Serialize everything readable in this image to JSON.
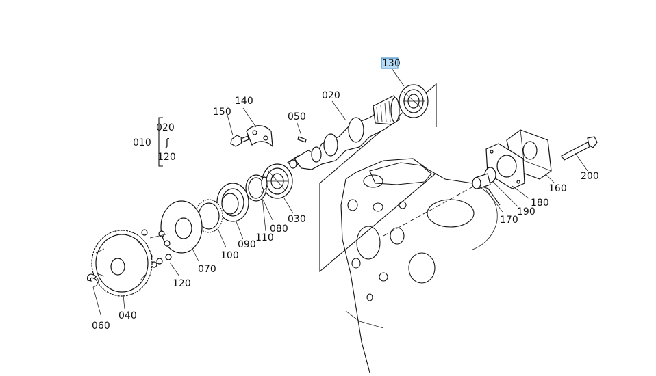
{
  "diagram": {
    "assembly": {
      "top": "020",
      "bottom": "120",
      "parent": "010"
    },
    "highlighted_part": "130",
    "labels": [
      {
        "id": "130",
        "name": "label-130"
      },
      {
        "id": "020",
        "name": "label-020"
      },
      {
        "id": "140",
        "name": "label-140"
      },
      {
        "id": "150",
        "name": "label-150"
      },
      {
        "id": "050",
        "name": "label-050"
      },
      {
        "id": "030",
        "name": "label-030"
      },
      {
        "id": "080",
        "name": "label-080"
      },
      {
        "id": "110",
        "name": "label-110"
      },
      {
        "id": "090",
        "name": "label-090"
      },
      {
        "id": "100",
        "name": "label-100"
      },
      {
        "id": "070",
        "name": "label-070"
      },
      {
        "id": "120",
        "name": "label-120"
      },
      {
        "id": "040",
        "name": "label-040"
      },
      {
        "id": "060",
        "name": "label-060"
      },
      {
        "id": "160",
        "name": "label-160"
      },
      {
        "id": "170",
        "name": "label-170"
      },
      {
        "id": "180",
        "name": "label-180"
      },
      {
        "id": "190",
        "name": "label-190"
      },
      {
        "id": "200",
        "name": "label-200"
      }
    ],
    "colors": {
      "highlight_fill": "#b9ddf6",
      "highlight_border": "#2f7fc0",
      "line": "#111111"
    }
  }
}
